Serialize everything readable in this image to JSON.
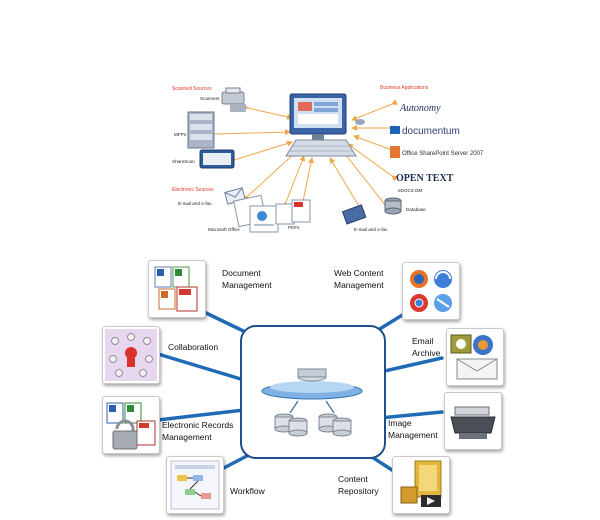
{
  "top_diagram": {
    "scanned_sources": {
      "heading": "Scanned Sources",
      "items": [
        "Scanners",
        "MFPs",
        "ShareScan"
      ]
    },
    "electronic_sources": {
      "heading": "Electronic Sources",
      "items": [
        "E-mail and e-fax",
        "Microsoft Office",
        "PDFs",
        "E-mail and e-fax"
      ]
    },
    "business_applications": {
      "heading": "Business Applications",
      "items": [
        "Autonomy",
        "documentum",
        "Office SharePoint Server 2007",
        "OPEN TEXT",
        "eDOCS DM",
        "Database"
      ]
    },
    "colors": {
      "arrow": "#f0a64a",
      "heading": "#e0392b"
    }
  },
  "bottom_diagram": {
    "capabilities": [
      {
        "id": "document-management",
        "label": "Document\nManagement"
      },
      {
        "id": "web-content-management",
        "label": "Web Content\nManagement"
      },
      {
        "id": "collaboration",
        "label": "Collaboration"
      },
      {
        "id": "email-archive",
        "label": "Email\nArchive"
      },
      {
        "id": "electronic-records-management",
        "label": "Electronic Records\nManagement"
      },
      {
        "id": "image-management",
        "label": "Image\nManagement"
      },
      {
        "id": "workflow",
        "label": "Workflow"
      },
      {
        "id": "content-repository",
        "label": "Content\nRepository"
      }
    ],
    "colors": {
      "connector": "#1f6bb5",
      "hub_border": "#1f4f8a"
    }
  }
}
